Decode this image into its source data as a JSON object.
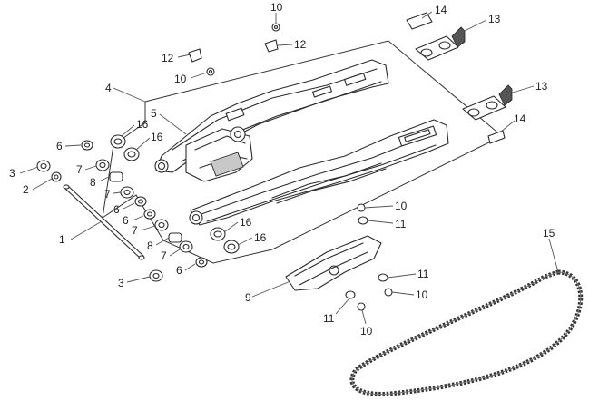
{
  "diagram": {
    "callouts": [
      {
        "id": "c-10-top",
        "text": "10",
        "part": "nut"
      },
      {
        "id": "c-14-top",
        "text": "14",
        "part": "chain-adjuster-plate"
      },
      {
        "id": "c-13-top",
        "text": "13",
        "part": "chain-adjuster"
      },
      {
        "id": "c-12-left",
        "text": "12",
        "part": "cap"
      },
      {
        "id": "c-12-right",
        "text": "12",
        "part": "clip"
      },
      {
        "id": "c-10-upper",
        "text": "10",
        "part": "nut"
      },
      {
        "id": "c-4",
        "text": "4",
        "part": "swing-arm-assembly"
      },
      {
        "id": "c-5",
        "text": "5",
        "part": "swing-arm"
      },
      {
        "id": "c-16-a",
        "text": "16",
        "part": "bushing"
      },
      {
        "id": "c-16-b",
        "text": "16",
        "part": "bushing"
      },
      {
        "id": "c-13-right",
        "text": "13",
        "part": "chain-adjuster"
      },
      {
        "id": "c-14-right",
        "text": "14",
        "part": "chain-adjuster-plate"
      },
      {
        "id": "c-6-a",
        "text": "6",
        "part": "washer"
      },
      {
        "id": "c-3-a",
        "text": "3",
        "part": "nut"
      },
      {
        "id": "c-2",
        "text": "2",
        "part": "washer"
      },
      {
        "id": "c-7-a",
        "text": "7",
        "part": "seal"
      },
      {
        "id": "c-8-a",
        "text": "8",
        "part": "sleeve"
      },
      {
        "id": "c-7-b",
        "text": "7",
        "part": "seal"
      },
      {
        "id": "c-6-b",
        "text": "6",
        "part": "washer"
      },
      {
        "id": "c-6-c",
        "text": "6",
        "part": "washer"
      },
      {
        "id": "c-7-c",
        "text": "7",
        "part": "seal"
      },
      {
        "id": "c-16-c",
        "text": "16",
        "part": "bushing"
      },
      {
        "id": "c-16-d",
        "text": "16",
        "part": "bushing"
      },
      {
        "id": "c-1",
        "text": "1",
        "part": "pivot-shaft"
      },
      {
        "id": "c-8-b",
        "text": "8",
        "part": "sleeve"
      },
      {
        "id": "c-7-d",
        "text": "7",
        "part": "seal"
      },
      {
        "id": "c-6-d",
        "text": "6",
        "part": "washer"
      },
      {
        "id": "c-3-b",
        "text": "3",
        "part": "nut"
      },
      {
        "id": "c-10-mid",
        "text": "10",
        "part": "bolt"
      },
      {
        "id": "c-11-mid",
        "text": "11",
        "part": "washer"
      },
      {
        "id": "c-15",
        "text": "15",
        "part": "drive-chain"
      },
      {
        "id": "c-9",
        "text": "9",
        "part": "chain-guard"
      },
      {
        "id": "c-11-r",
        "text": "11",
        "part": "washer"
      },
      {
        "id": "c-10-r",
        "text": "10",
        "part": "bolt"
      },
      {
        "id": "c-11-low",
        "text": "11",
        "part": "washer"
      },
      {
        "id": "c-10-low",
        "text": "10",
        "part": "bolt"
      }
    ]
  }
}
